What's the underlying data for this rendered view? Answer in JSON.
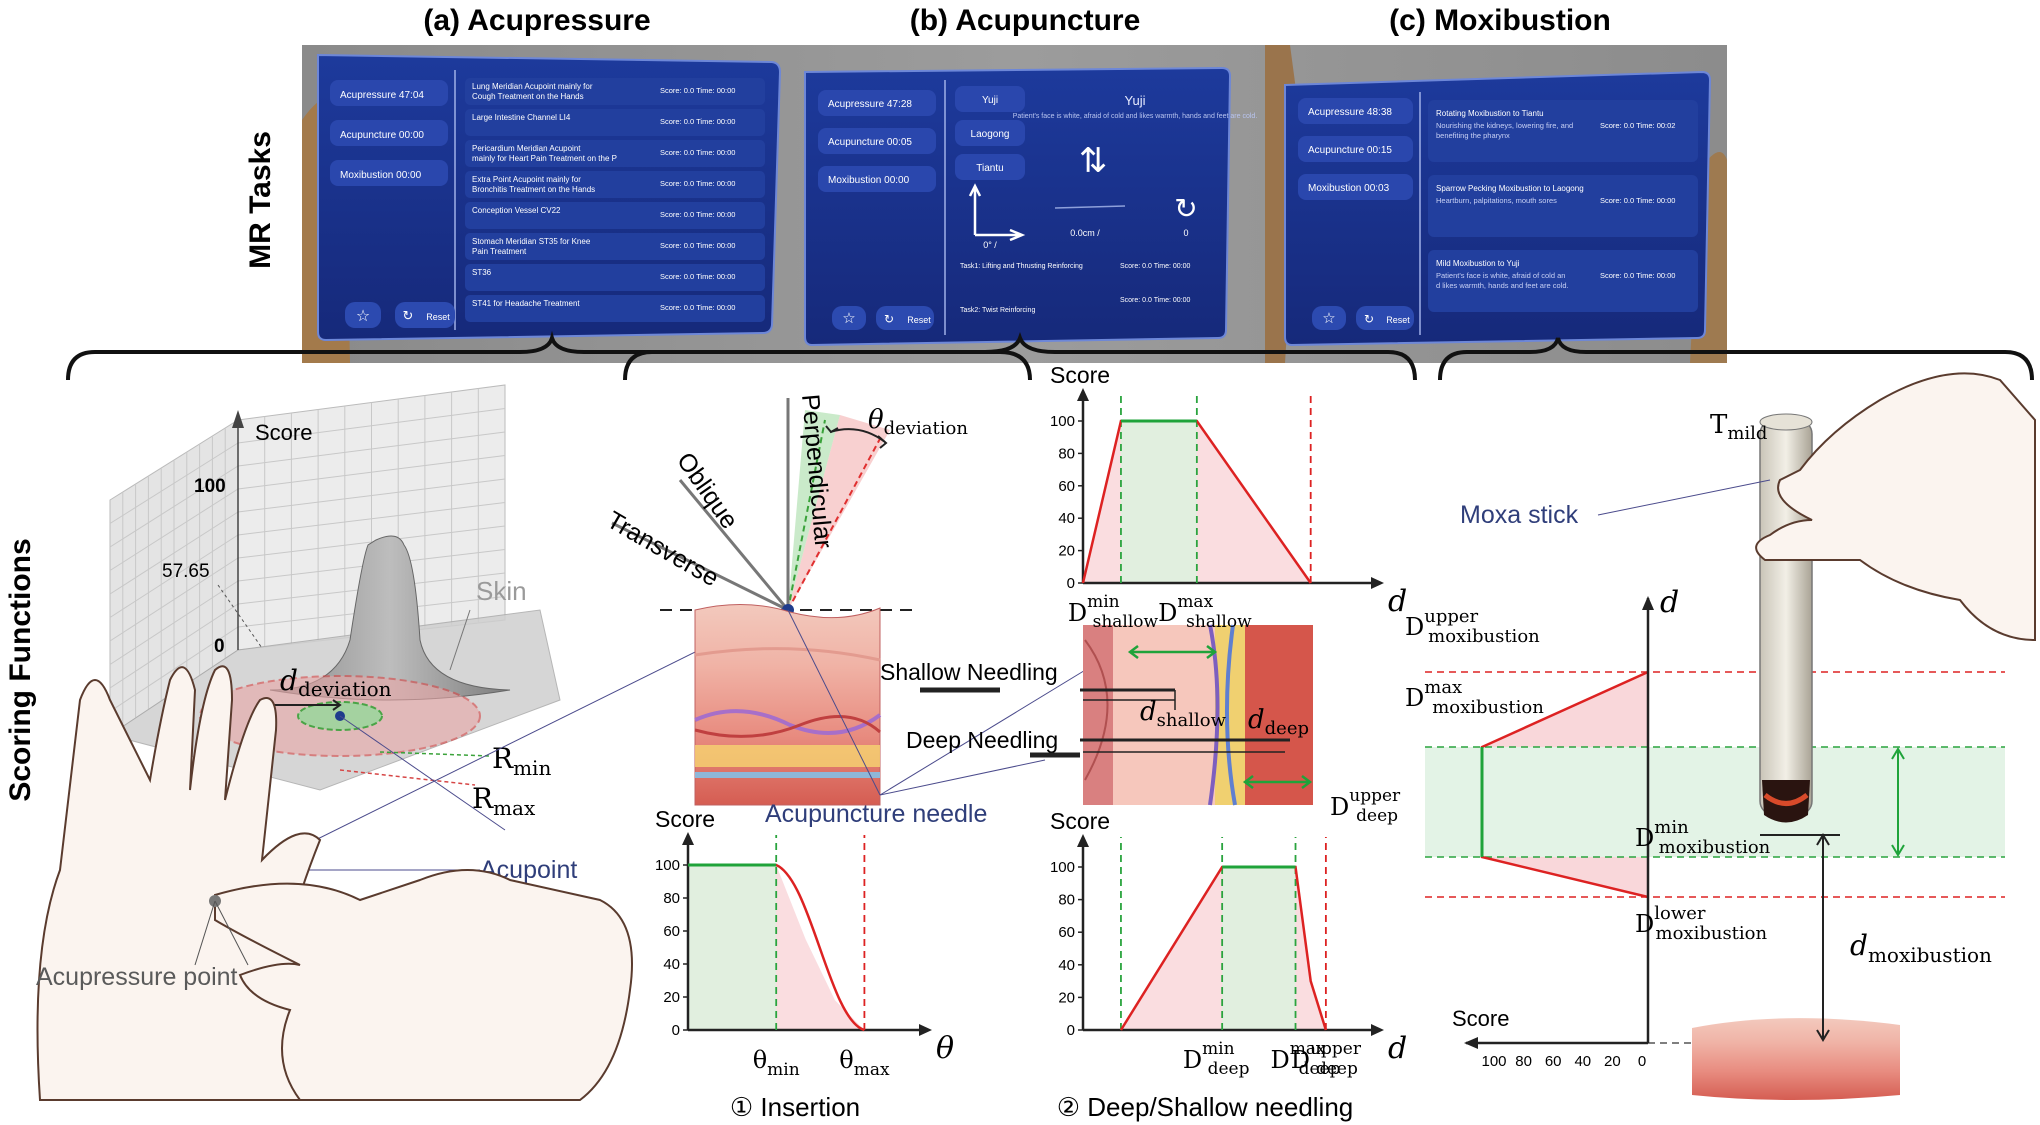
{
  "panel_titles": {
    "a": "(a) Acupressure",
    "b": "(b) Acupuncture",
    "c": "(c) Moxibustion"
  },
  "row_labels": {
    "mr_tasks": "MR Tasks",
    "scoring": "Scoring Functions"
  },
  "mr_a": {
    "tabs": [
      "Acupressure   47:04",
      "Acupuncture   00:00",
      "Moxibustion   00:00"
    ],
    "tasks": [
      {
        "name": "Lung Meridian Acupoint mainly for Cough Treatment on the Hands",
        "score": "Score: 0.0  Time: 00:00"
      },
      {
        "name": "Large Intestine Channel LI4",
        "score": "Score: 0.0  Time: 00:00"
      },
      {
        "name": "Pericardium Meridian Acupoint mainly for Heart Pain Treatment on the Palm",
        "score": "Score: 0.0  Time: 00:00"
      },
      {
        "name": "Extra Point Acupoint mainly for Bronchitis Treatment on the Hands",
        "score": "Score: 0.0  Time: 00:00"
      },
      {
        "name": "Conception Vessel CV22",
        "score": "Score: 0.0  Time: 00:00"
      },
      {
        "name": "Stomach Meridian ST35 for Knee Pain Treatment",
        "score": "Score: 0.0  Time: 00:00"
      },
      {
        "name": "ST36",
        "score": "Score: 0.0  Time: 00:00"
      },
      {
        "name": "ST41 for Headache Treatment",
        "score": "Score: 0.0  Time: 00:00"
      }
    ],
    "reset": "Reset"
  },
  "mr_b": {
    "tabs": [
      "Acupressure   47:28",
      "Acupuncture   00:05",
      "Moxibustion   00:00"
    ],
    "points": [
      "Yuji",
      "Laogong",
      "Tiantu"
    ],
    "title": "Yuji",
    "desc": "Patient's face is white, afraid of cold and likes warmth, hands and feet are cold.",
    "angle": "0° /",
    "depth": "0.0cm /",
    "count": "0",
    "task1": "Task1: Lifting and Thrusting Reinforcing",
    "task2": "Task2: Twist Reinforcing",
    "score1": "Score: 0.0  Time: 00:00",
    "score2": "Score: 0.0  Time: 00:00",
    "reset": "Reset"
  },
  "mr_c": {
    "tabs": [
      "Acupressure   48:38",
      "Acupuncture   00:15",
      "Moxibustion   00:03"
    ],
    "tasks": [
      {
        "name": "Rotating Moxibustion to Tiantu",
        "desc": "Nourishing the kidneys, lowering fire, and benefiting the pharynx",
        "score": "Score: 0.0  Time: 00:02"
      },
      {
        "name": "Sparrow Pecking Moxibustion to Laogong",
        "desc": "Heartburn, palpitations, mouth sores",
        "score": "Score: 0.0  Time: 00:00"
      },
      {
        "name": "Mild Moxibustion to Yuji",
        "desc": "Patient's face is white, afraid of cold and likes warmth, hands and feet are cold.",
        "score": "Score: 0.0  Time: 00:00"
      }
    ],
    "reset": "Reset"
  },
  "acupressure": {
    "score_axis": "Score",
    "tick_100": "100",
    "tick_57": "57.65",
    "tick_0": "0",
    "skin": "Skin",
    "d_dev": "d",
    "d_dev_sub": "deviation",
    "rmin": "R",
    "rmin_sub": "min",
    "rmax": "R",
    "rmax_sub": "max",
    "acupoint": "Acupoint",
    "acupressure_point": "Acupressure point"
  },
  "insertion": {
    "perpendicular": "Perpendicular",
    "oblique": "Oblique",
    "transverse": "Transverse",
    "theta_dev": "θ",
    "theta_dev_sub": "deviation",
    "shallow_needling": "Shallow Needling",
    "deep_needling": "Deep Needling",
    "acupuncture_needle": "Acupuncture needle",
    "caption": "① Insertion"
  },
  "needling_caption": "② Deep/Shallow needling",
  "needle_layers": {
    "d_shallow": "d",
    "d_shallow_sub": "shallow",
    "d_deep": "d",
    "d_deep_sub": "deep"
  },
  "moxibustion": {
    "t_mild": "T",
    "t_mild_sub": "mild",
    "moxa_stick": "Moxa stick",
    "d_axis": "d",
    "upper": "D",
    "upper_sub": "moxibustion",
    "upper_sup": "upper",
    "max": "D",
    "max_sub": "moxibustion",
    "max_sup": "max",
    "min": "D",
    "min_sub": "moxibustion",
    "min_sup": "min",
    "lower": "D",
    "lower_sub": "moxibustion",
    "lower_sup": "lower",
    "d_moxi": "d",
    "d_moxi_sub": "moxibustion",
    "score_axis": "Score"
  },
  "chart_data": [
    {
      "type": "line",
      "title": "",
      "xlabel": "θ",
      "ylabel": "Score",
      "ylim": [
        0,
        100
      ],
      "yticks": [
        "0",
        "20",
        "40",
        "60",
        "80",
        "100"
      ],
      "x_markers": [
        {
          "label": "θ",
          "sub": "min",
          "x": 0.45
        },
        {
          "label": "θ",
          "sub": "max",
          "x": 0.9
        }
      ],
      "series": [
        {
          "x": [
            0,
            0.45,
            0.6,
            0.75,
            0.9
          ],
          "y": [
            100,
            100,
            55,
            18,
            0
          ]
        }
      ]
    },
    {
      "type": "line",
      "title": "",
      "xlabel": "d",
      "ylabel": "Score",
      "ylim": [
        0,
        100
      ],
      "yticks": [
        "0",
        "20",
        "40",
        "60",
        "80",
        "100"
      ],
      "x_markers": [
        {
          "label": "D",
          "sub": "shallow",
          "sup": "min",
          "x": 0.15
        },
        {
          "label": "D",
          "sub": "shallow",
          "sup": "max",
          "x": 0.45
        },
        {
          "label": "",
          "x": 0.9
        }
      ],
      "series": [
        {
          "x": [
            0,
            0.15,
            0.45,
            0.9
          ],
          "y": [
            0,
            100,
            100,
            0
          ]
        }
      ]
    },
    {
      "type": "line",
      "title": "",
      "xlabel": "d",
      "ylabel": "Score",
      "ylim": [
        0,
        100
      ],
      "yticks": [
        "0",
        "20",
        "40",
        "60",
        "80",
        "100"
      ],
      "x_markers": [
        {
          "label": "",
          "x": 0.15
        },
        {
          "label": "D",
          "sub": "deep",
          "sup": "min",
          "x": 0.55
        },
        {
          "label": "D",
          "sub": "deep",
          "sup": "max",
          "x": 0.84
        },
        {
          "label": "D",
          "sub": "deep",
          "sup": "upper",
          "x": 0.96
        }
      ],
      "series": [
        {
          "x": [
            0.15,
            0.55,
            0.84,
            0.9,
            0.96
          ],
          "y": [
            0,
            100,
            100,
            30,
            0
          ]
        }
      ]
    },
    {
      "type": "line",
      "title": "",
      "xlabel": "Score",
      "ylabel": "d",
      "xlim": [
        100,
        0
      ],
      "xticks": [
        "100",
        "80",
        "60",
        "40",
        "20",
        "0"
      ],
      "series": [
        {
          "name": "",
          "points": [
            [
              0,
              100
            ],
            [
              100,
              75
            ],
            [
              100,
              25
            ],
            [
              0,
              0
            ]
          ]
        }
      ]
    }
  ]
}
